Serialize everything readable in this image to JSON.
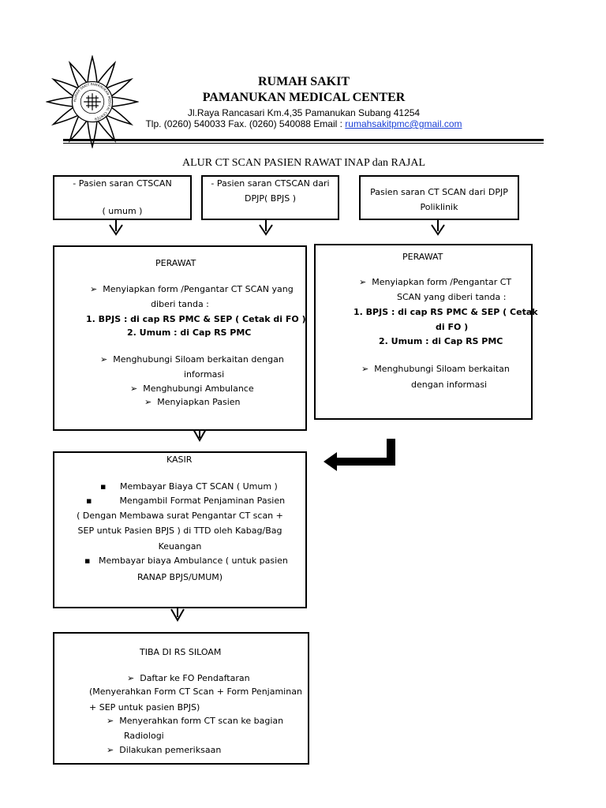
{
  "header": {
    "name": "RUMAH SAKIT",
    "subname": "PAMANUKAN MEDICAL CENTER",
    "address": "Jl.Raya Rancasari Km.4,35 Pamanukan Subang 41254",
    "contact_prefix": "Tlp. (0260) 540033 Fax. (0260) 540088  Email : ",
    "email": "rumahsakitpmc@gmail.com",
    "logo_text": "RUMAH SAKIT PAMANUKAN MEDICAL CENTER"
  },
  "title": "ALUR CT SCAN PASIEN RAWAT INAP dan RAJAL",
  "boxes": {
    "umum": {
      "line1": "- Pasien saran CTSCAN",
      "line2": "( umum )"
    },
    "bpjs": {
      "line1": "- Pasien saran CTSCAN dari",
      "line2": "DPJP( BPJS )"
    },
    "poli": {
      "line1": "Pasien saran CT SCAN dari DPJP",
      "line2": "Poliklinik"
    },
    "perawat_left": {
      "heading": "PERAWAT",
      "item1a": "Menyiapkan form /Pengantar CT SCAN yang",
      "item1b": "diberi tanda :",
      "num1": "1.   BPJS : di cap RS PMC &  SEP  ( Cetak di FO )",
      "num2": "2.   Umum  : di Cap RS PMC",
      "item2a": "Menghubungi Siloam berkaitan dengan",
      "item2b": "informasi",
      "item3": "Menghubungi Ambulance",
      "item4": "Menyiapkan Pasien"
    },
    "perawat_right": {
      "heading": "PERAWAT",
      "item1a": "Menyiapkan form /Pengantar CT",
      "item1b": "SCAN yang diberi tanda :",
      "num1a": "1.   BPJS : di cap RS PMC &  SEP  ( Cetak",
      "num1b": "di FO )",
      "num2": "2.   Umum  : di Cap RS PMC",
      "item2a": "Menghubungi Siloam berkaitan",
      "item2b": "dengan informasi"
    },
    "kasir": {
      "heading": "KASIR",
      "item1": "Membayar Biaya CT SCAN ( Umum )",
      "item2": "Mengambil Format Penjaminan Pasien",
      "item2b": "( Dengan Membawa surat Pengantar CT scan +",
      "item2c": "SEP untuk Pasien BPJS ) di TTD oleh Kabag/Bag",
      "item2d": "Keuangan",
      "item3a": "Membayar biaya Ambulance ( untuk pasien",
      "item3b": "RANAP BPJS/UMUM)"
    },
    "siloam": {
      "heading": "TIBA DI RS SILOAM",
      "item1": "Daftar ke FO Pendaftaran",
      "item1b": "(Menyerahkan Form CT Scan + Form Penjaminan",
      "item1c": "+ SEP untuk pasien BPJS)",
      "item2a": "Menyerahkan form CT scan ke bagian",
      "item2b": "Radiologi",
      "item3": "Dilakukan pemeriksaan"
    }
  },
  "colors": {
    "email_link": "#1a3fd6"
  }
}
